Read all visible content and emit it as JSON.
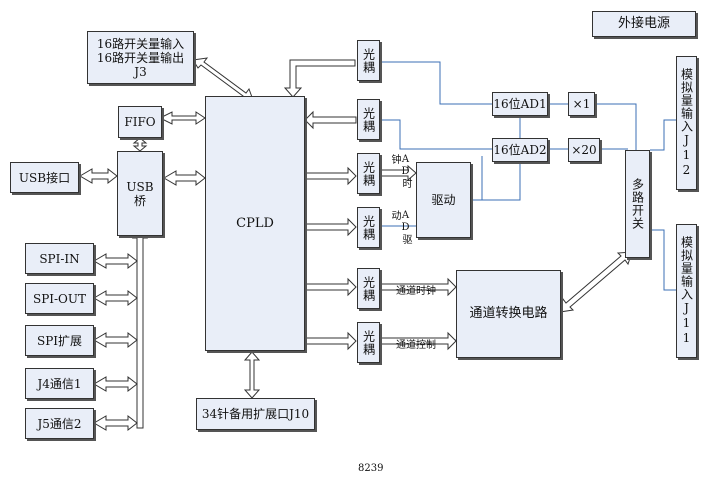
{
  "blocks": {
    "ext_power": "外接电源",
    "switch_io": "16路开关量输入\n16路开关量输出\nJ3",
    "fifo": "FIFO",
    "usb_port": "USB接口",
    "usb_bridge": "USB\n桥",
    "spi_in": "SPI-IN",
    "spi_out": "SPI-OUT",
    "spi_ext": "SPI扩展",
    "j4": "J4通信1",
    "j5": "J5通信2",
    "cpld": "CPLD",
    "expansion": "34针备用扩展口J10",
    "opto": "光耦",
    "driver": "驱动",
    "ad1": "16位AD1",
    "ad2": "16位AD2",
    "gain1": "×1",
    "gain20": "×20",
    "mux": "多路开关",
    "channel_conv": "通道转换电路",
    "analog_j12": "模拟量输入J12",
    "analog_j11": "模拟量输入J11"
  },
  "labels": {
    "ad_clock": "AD时钟",
    "ad_drive": "AD驱动",
    "channel_clock": "通道时钟",
    "channel_ctrl": "通道控制"
  },
  "caption": "8239"
}
